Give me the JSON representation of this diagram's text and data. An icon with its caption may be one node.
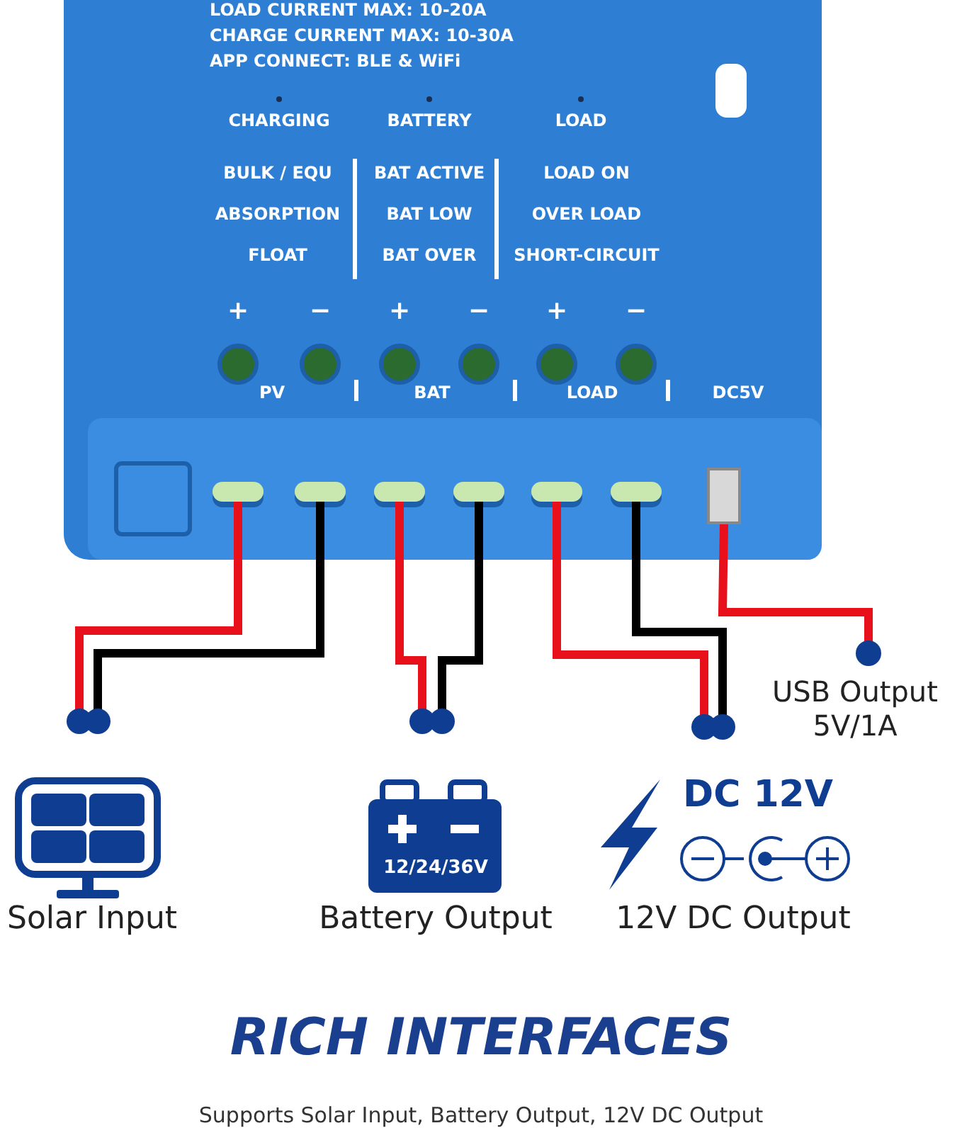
{
  "diagram": {
    "title": "RICH INTERFACES",
    "caption": "Supports Solar Input, Battery Output, 12V DC Output",
    "nodes": [
      {
        "text": [],
        "shape": "bar"
      },
      {
        "text": [],
        "shape": "bar"
      },
      {
        "text": [],
        "shape": "bar"
      },
      {
        "text": [],
        "shape": "bar"
      },
      {
        "text": [],
        "shape": "bar"
      },
      {
        "text": [],
        "shape": "bar"
      },
      {
        "text": [],
        "shape": "box"
      },
      {
        "text": [
          "Solar Input"
        ]
      },
      {
        "text": [
          "12/24/36V",
          "Battery Output"
        ]
      },
      {
        "text": [
          "DC 12V",
          "12V DC Output"
        ]
      },
      {
        "text": [
          "USB Output 5V/1A"
        ]
      }
    ],
    "edges": [
      {
        "from": 0,
        "to": 7,
        "arrow": "other"
      },
      {
        "from": 1,
        "to": 7,
        "arrow": "other",
        "color": "#000000"
      },
      {
        "from": 2,
        "to": 8,
        "arrow": "other"
      },
      {
        "from": 3,
        "to": 8,
        "arrow": "other",
        "color": "#000000"
      },
      {
        "from": 4,
        "to": 9,
        "arrow": "other"
      },
      {
        "from": 5,
        "to": 9,
        "arrow": "other",
        "color": "#000000"
      },
      {
        "from": 6,
        "to": 10,
        "arrow": "other"
      }
    ],
    "labels": [
      "LOAD CURRENT MAX: 10-20A",
      "CHARGE CURRENT MAX: 10-30A",
      "APP CONNECT: BLE & WiFi",
      "CHARGING",
      "BATTERY",
      "LOAD",
      "BULK / EQU",
      "ABSORPTION",
      "FLOAT",
      "BAT ACTIVE",
      "BAT LOW",
      "BAT OVER",
      "LOAD ON",
      "OVER LOAD",
      "SHORT-CIRCUIT",
      "+",
      "−",
      "+",
      "−",
      "+",
      "−",
      "PV",
      "BAT",
      "LOAD",
      "DC5V"
    ]
  }
}
